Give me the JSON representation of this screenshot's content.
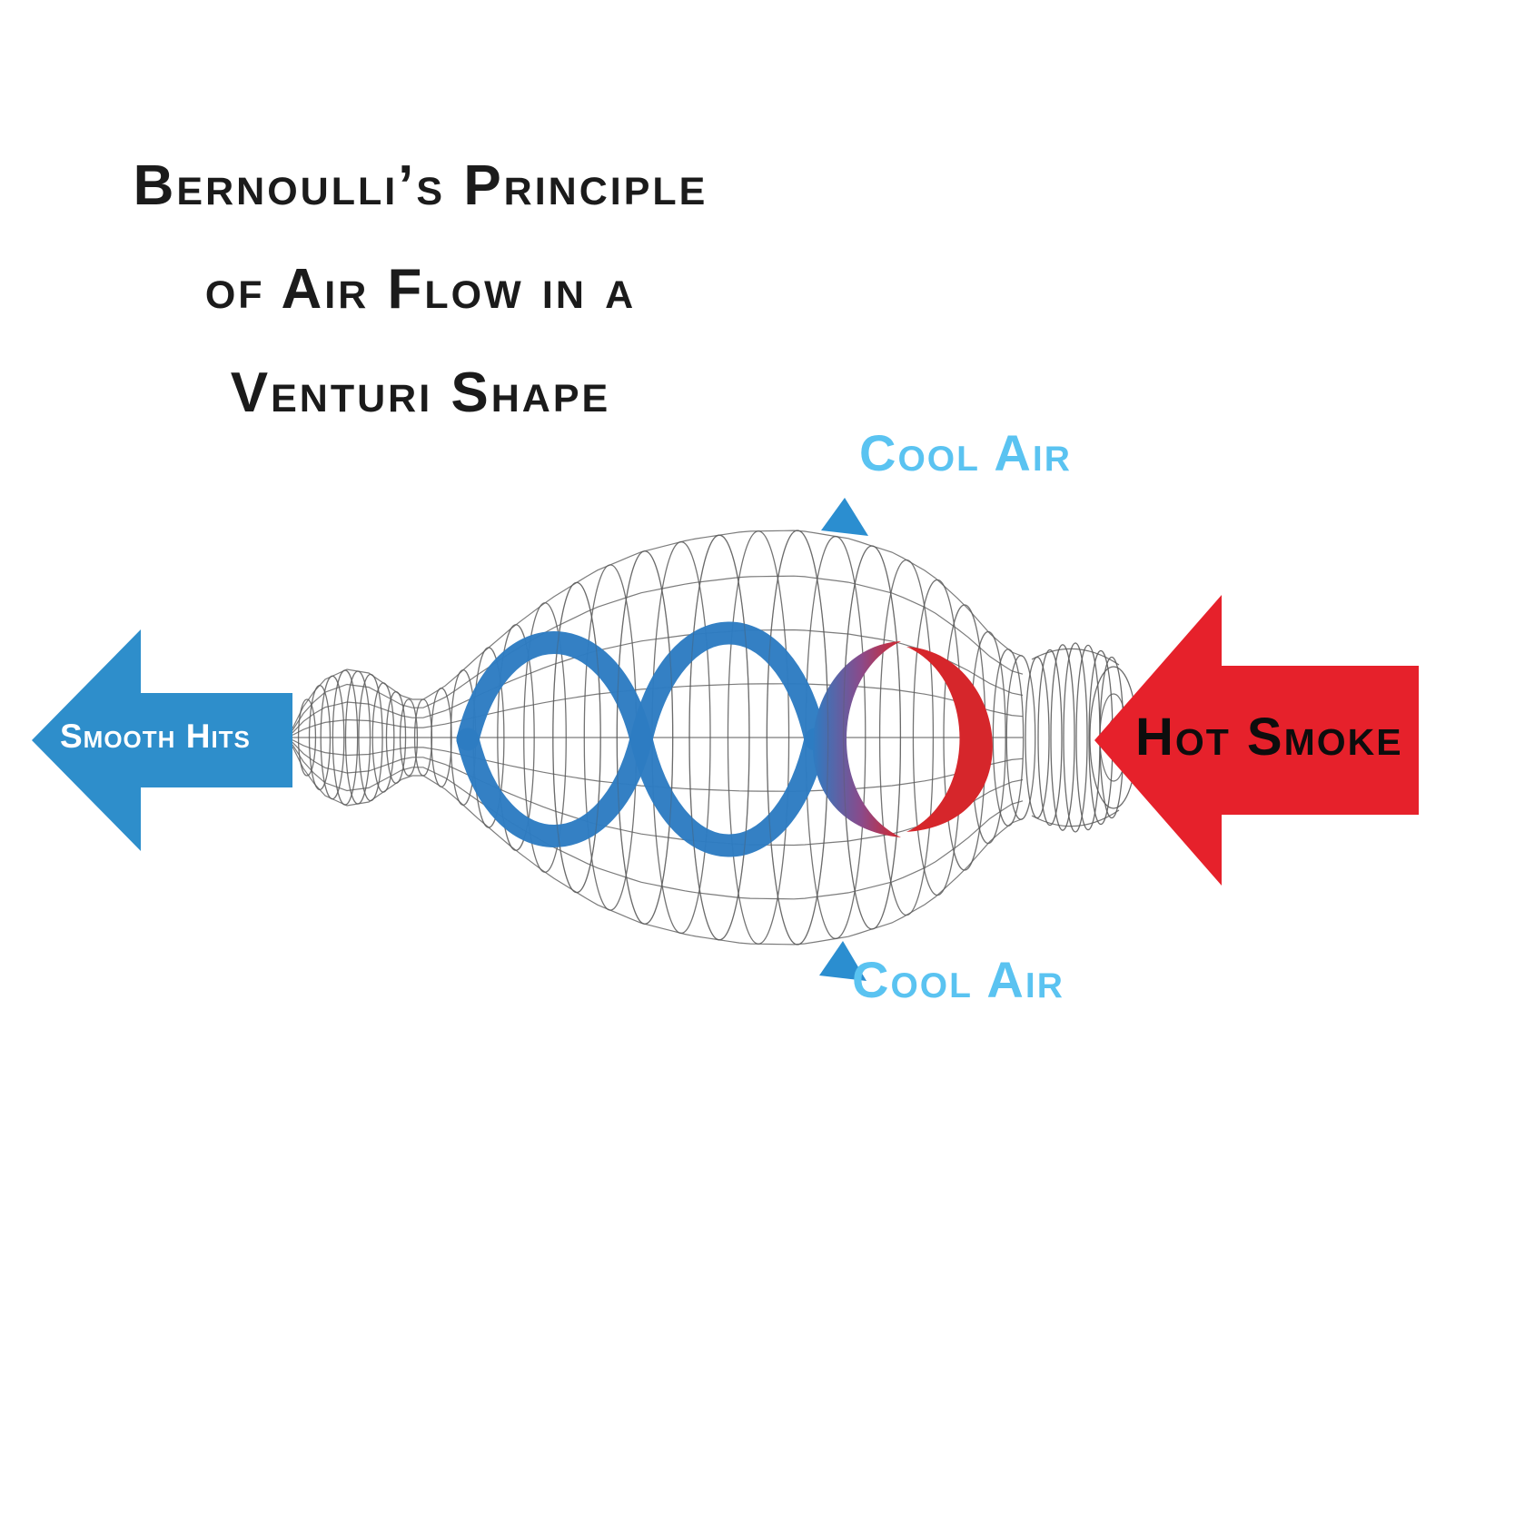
{
  "title": {
    "lines": [
      "Bernoulli’s Principle",
      "of Air Flow in a",
      "Venturi Shape"
    ]
  },
  "annotations": {
    "cool_air_top": "Cool Air",
    "cool_air_bottom": "Cool Air"
  },
  "arrows": {
    "smooth_hits": {
      "label": "Smooth Hits",
      "direction": "left",
      "color": "#2e8ecb"
    },
    "hot_smoke": {
      "label": "Hot Smoke",
      "direction": "left",
      "color": "#e6212b"
    }
  },
  "colors": {
    "cool_air_text": "#5ac3f1",
    "cool_air_pointer": "#2b8ed0",
    "flow_blue": "#2d7cc2",
    "flow_red": "#d6262b",
    "wireframe": "#5b5b5b",
    "title_text": "#1b1b1b",
    "background": "#ffffff"
  }
}
